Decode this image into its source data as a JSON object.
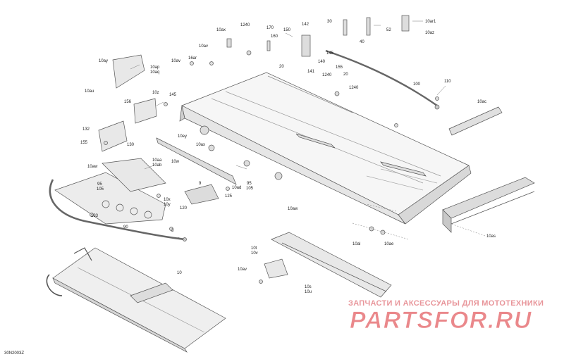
{
  "diagram": {
    "code": "30N2003Z",
    "labels": {
      "l1240a": "1240",
      "l170": "170",
      "l150": "150",
      "l160": "160",
      "l142": "142",
      "l30": "30",
      "l10ar1": "10ar1",
      "l52": "52",
      "l10az": "10az",
      "l40": "40",
      "l10ax": "10ax",
      "l10av1": "10av",
      "l10av2": "10av",
      "l16ar": "16ar",
      "l10ay": "10ay",
      "l10ap": "10ap",
      "l10aq": "10aq",
      "l10au": "10au",
      "l145a": "145",
      "l145b": "145",
      "l140": "140",
      "l155a": "155",
      "l20a": "20",
      "l141": "141",
      "l1240b": "1240",
      "l20b": "20",
      "l1240c": "1240",
      "l100": "100",
      "l110": "110",
      "l10z": "10z",
      "l156": "156",
      "l10ac": "10ac",
      "l132": "132",
      "l155b": "155",
      "l130": "130",
      "l10ey": "10ey",
      "l10ax2": "10ax",
      "l10w": "10w",
      "l10aa": "10aa",
      "l10ab": "10ab",
      "l10aw1": "10aw",
      "l95a": "95",
      "l105a": "105",
      "l95b": "95",
      "l105b": "105",
      "l10ad": "10ad",
      "l9": "9",
      "l125": "125",
      "l10x": "10x",
      "l10y": "10y",
      "l120": "120",
      "l133": "133",
      "l10aw2": "10aw",
      "l90": "90",
      "l3": "3",
      "l10al": "10al",
      "l10ae": "10ae",
      "l10as": "10as",
      "l10t": "10t",
      "l10v": "10v",
      "l10av3": "10av",
      "l10": "10",
      "l10s": "10s",
      "l10u": "10u"
    }
  },
  "watermark": {
    "tagline": "ЗАПЧАСТИ И АКСЕССУАРЫ ДЛЯ МОТОТЕХНИКИ",
    "brand": "PARTSFOR.RU",
    "color": "#d9262c"
  }
}
